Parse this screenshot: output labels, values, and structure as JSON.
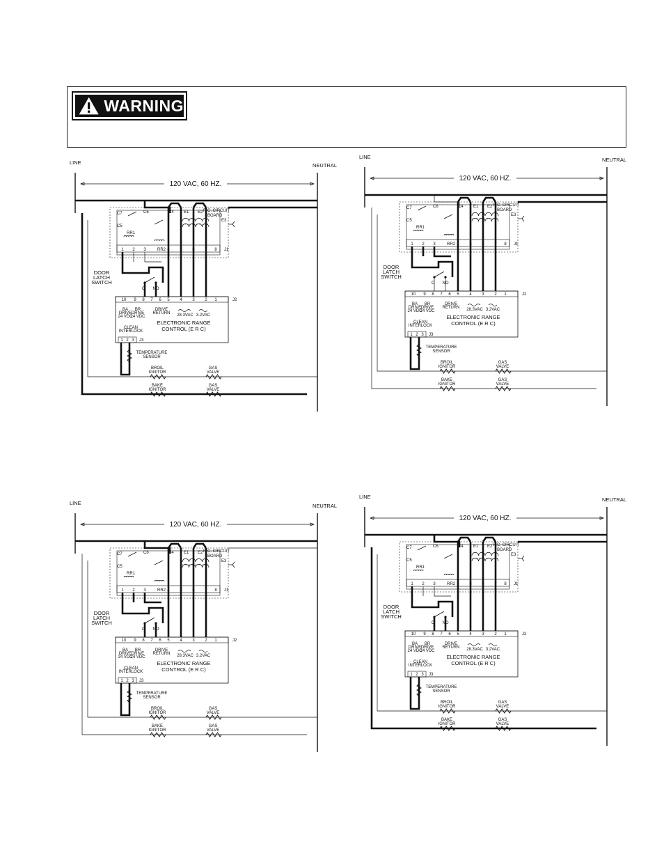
{
  "warning": {
    "label": "WARNING"
  },
  "labels": {
    "line": "LINE",
    "neutral": "NEUTRAL",
    "voltage": "120 VAC, 60 HZ.",
    "door_latch_switch": [
      "DOOR",
      "LATCH",
      "SWITCH"
    ],
    "erc_line1": "ELECTRONIC RANGE",
    "erc_line2": "CONTROL (E R C)",
    "temperature_sensor": [
      "TEMPERATURE",
      "SENSOR"
    ],
    "broil_ignitor": [
      "BROIL",
      "IGNITOR"
    ],
    "bake_ignitor": [
      "BAKE",
      "IGNITOR"
    ],
    "gas_valve": [
      "GAS",
      "VALVE"
    ],
    "clean_interlock": [
      "CLEAN",
      "INTERLOCK"
    ],
    "ba_drive": [
      "BA",
      "DRIVE",
      "24 VDC"
    ],
    "br_drive": [
      "BR",
      "DRIVE",
      "24 VDC"
    ],
    "drive_return": [
      "DRIVE",
      "RETURN"
    ],
    "vac_28": "28.3VAC",
    "vac_3": "3.2VAC",
    "rc_board": [
      "R.C. CIRCUIT",
      "BOARD"
    ],
    "relays": [
      "RR1",
      "RR2"
    ],
    "contacts": [
      "C6",
      "C7",
      "C5",
      "C4",
      "E1",
      "E2",
      "E3"
    ],
    "j_labels": [
      "J1",
      "J2",
      "J3"
    ],
    "top_pins": [
      "1",
      "2",
      "3",
      "4",
      "5",
      "6",
      "7",
      "8"
    ],
    "erc_pins": [
      "10",
      "9",
      "8",
      "7",
      "6",
      "5",
      "4",
      "3",
      "2",
      "1"
    ],
    "j3_pins": [
      "1",
      "2",
      "3"
    ],
    "switch_c": "C",
    "switch_no": "NO"
  }
}
